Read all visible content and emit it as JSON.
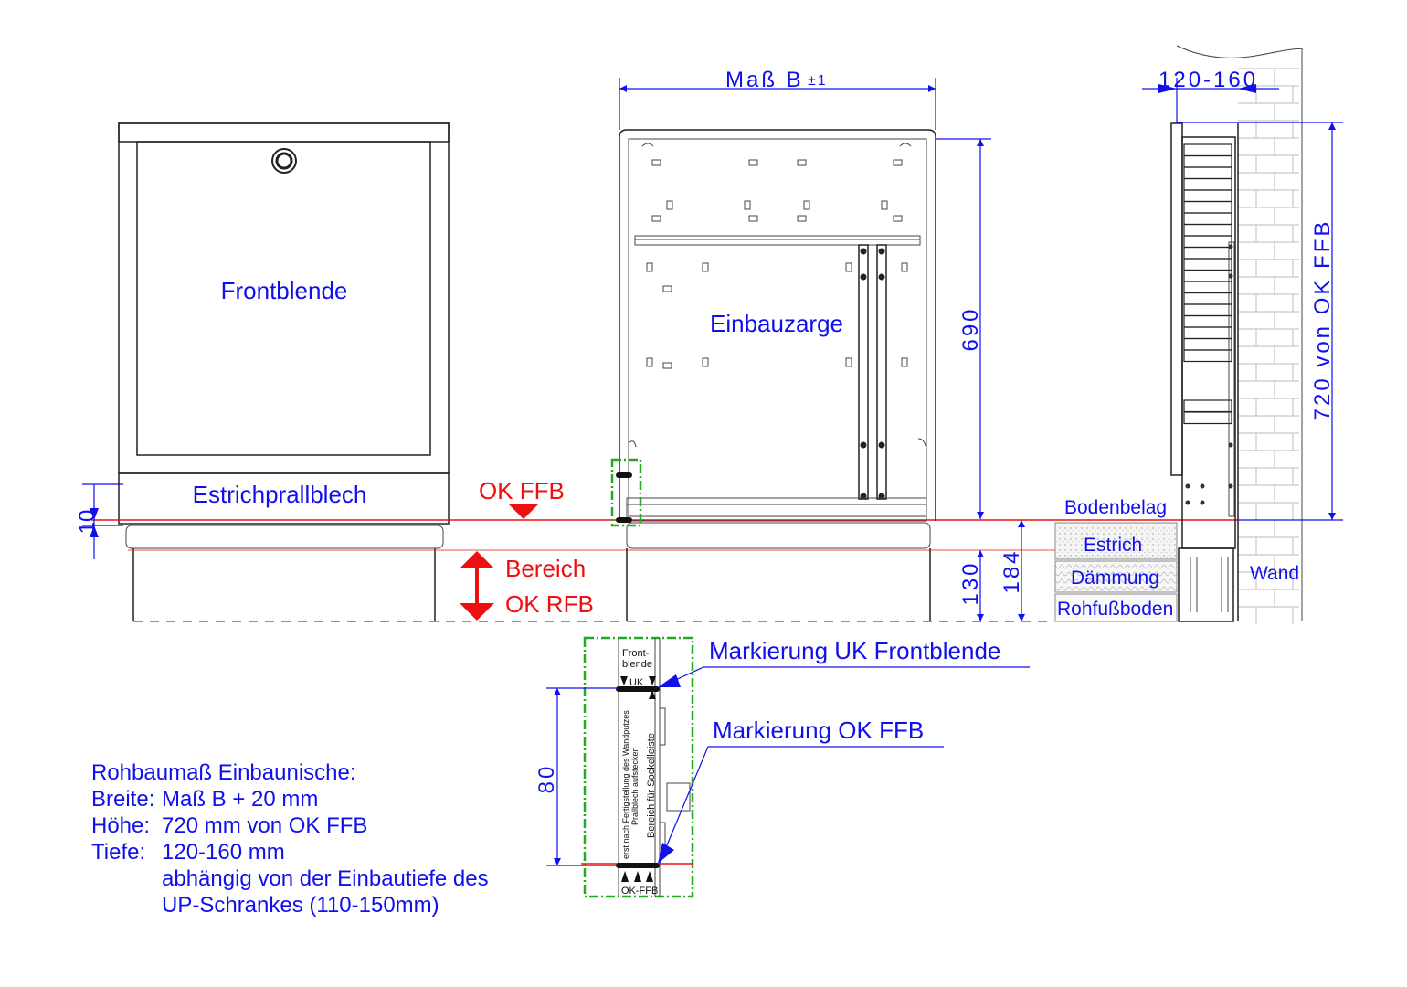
{
  "front_view": {
    "panel_label": "Frontblende",
    "lower_label": "Estrichprallblech"
  },
  "center_view": {
    "label": "Einbauzarge",
    "width_dim": "Maß B",
    "width_tol": "±1",
    "height_dim": "690",
    "dim_130": "130",
    "dim_184": "184"
  },
  "levels": {
    "ok_ffb": "OK FFB",
    "bereich": "Bereich",
    "ok_rfb": "OK RFB",
    "dim_10": "10"
  },
  "side_view": {
    "depth_dim": "120-160",
    "height_dim": "720 von OK FFB",
    "layers": [
      "Bodenbelag",
      "Estrich",
      "Dämmung",
      "Rohfußboden"
    ],
    "wall": "Wand"
  },
  "detail": {
    "front_label_1": "Front-",
    "front_label_2": "blende",
    "uk": "UK",
    "vertical_text_1": "erst nach Fertigstellung des Wandputzes",
    "vertical_text_2": "Prallblech aufstecken",
    "vertical_text_3": "Bereich für Sockelleiste",
    "ok_ffb_small": "OK-FFB",
    "dim": "80",
    "callout_uk": "Markierung UK Frontblende",
    "callout_ok": "Markierung OK FFB"
  },
  "notes": {
    "title": "Rohbaumaß Einbaunische:",
    "rows": [
      {
        "key": "Breite:",
        "value": "Maß B + 20 mm"
      },
      {
        "key": "Höhe:",
        "value": "720 mm von OK FFB"
      },
      {
        "key": "Tiefe:",
        "value": "120-160 mm"
      }
    ],
    "extra_1": "abhängig von der Einbautiefe des",
    "extra_2": "UP-Schrankes (110-150mm)"
  },
  "colors": {
    "dimension": "#1010ee",
    "level": "#ee1010",
    "marking": "#22aa22"
  }
}
